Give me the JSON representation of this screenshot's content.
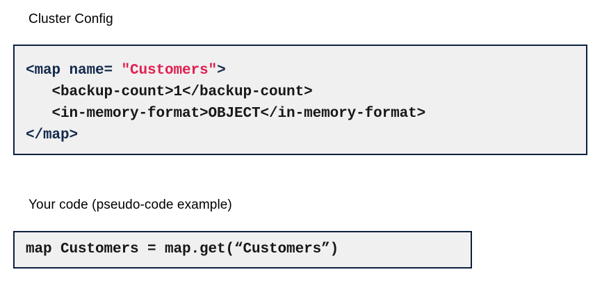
{
  "page": {
    "background_color": "#ffffff",
    "accent_border_color": "#0d2040",
    "code_background_color": "#f0f0f0",
    "string_color": "#e01f51",
    "tag_color": "#132a4d",
    "text_color": "#17171a"
  },
  "sections": [
    {
      "heading": "Cluster Config",
      "code_name": "cluster-config",
      "language": "xml",
      "lines": [
        {
          "tokens": [
            {
              "text": "<map name= ",
              "type": "tag"
            },
            {
              "text": "\"Customers\"",
              "type": "string"
            },
            {
              "text": ">",
              "type": "tag"
            }
          ]
        },
        {
          "tokens": [
            {
              "text": "   <backup-count>1</backup-count>",
              "type": "plain"
            }
          ]
        },
        {
          "tokens": [
            {
              "text": "   <in-memory-format>OBJECT</in-memory-format>",
              "type": "plain"
            }
          ]
        },
        {
          "tokens": [
            {
              "text": "</map>",
              "type": "tag"
            }
          ]
        }
      ],
      "plain_text": "<map name= \"Customers\">\n   <backup-count>1</backup-count>\n   <in-memory-format>OBJECT</in-memory-format>\n</map>"
    },
    {
      "heading": "Your code (pseudo-code example)",
      "code_name": "your-code",
      "language": "pseudo",
      "lines": [
        {
          "tokens": [
            {
              "text": "map Customers = map.get(“Customers”)",
              "type": "plain"
            }
          ]
        }
      ],
      "plain_text": "map Customers = map.get(“Customers”)"
    }
  ]
}
